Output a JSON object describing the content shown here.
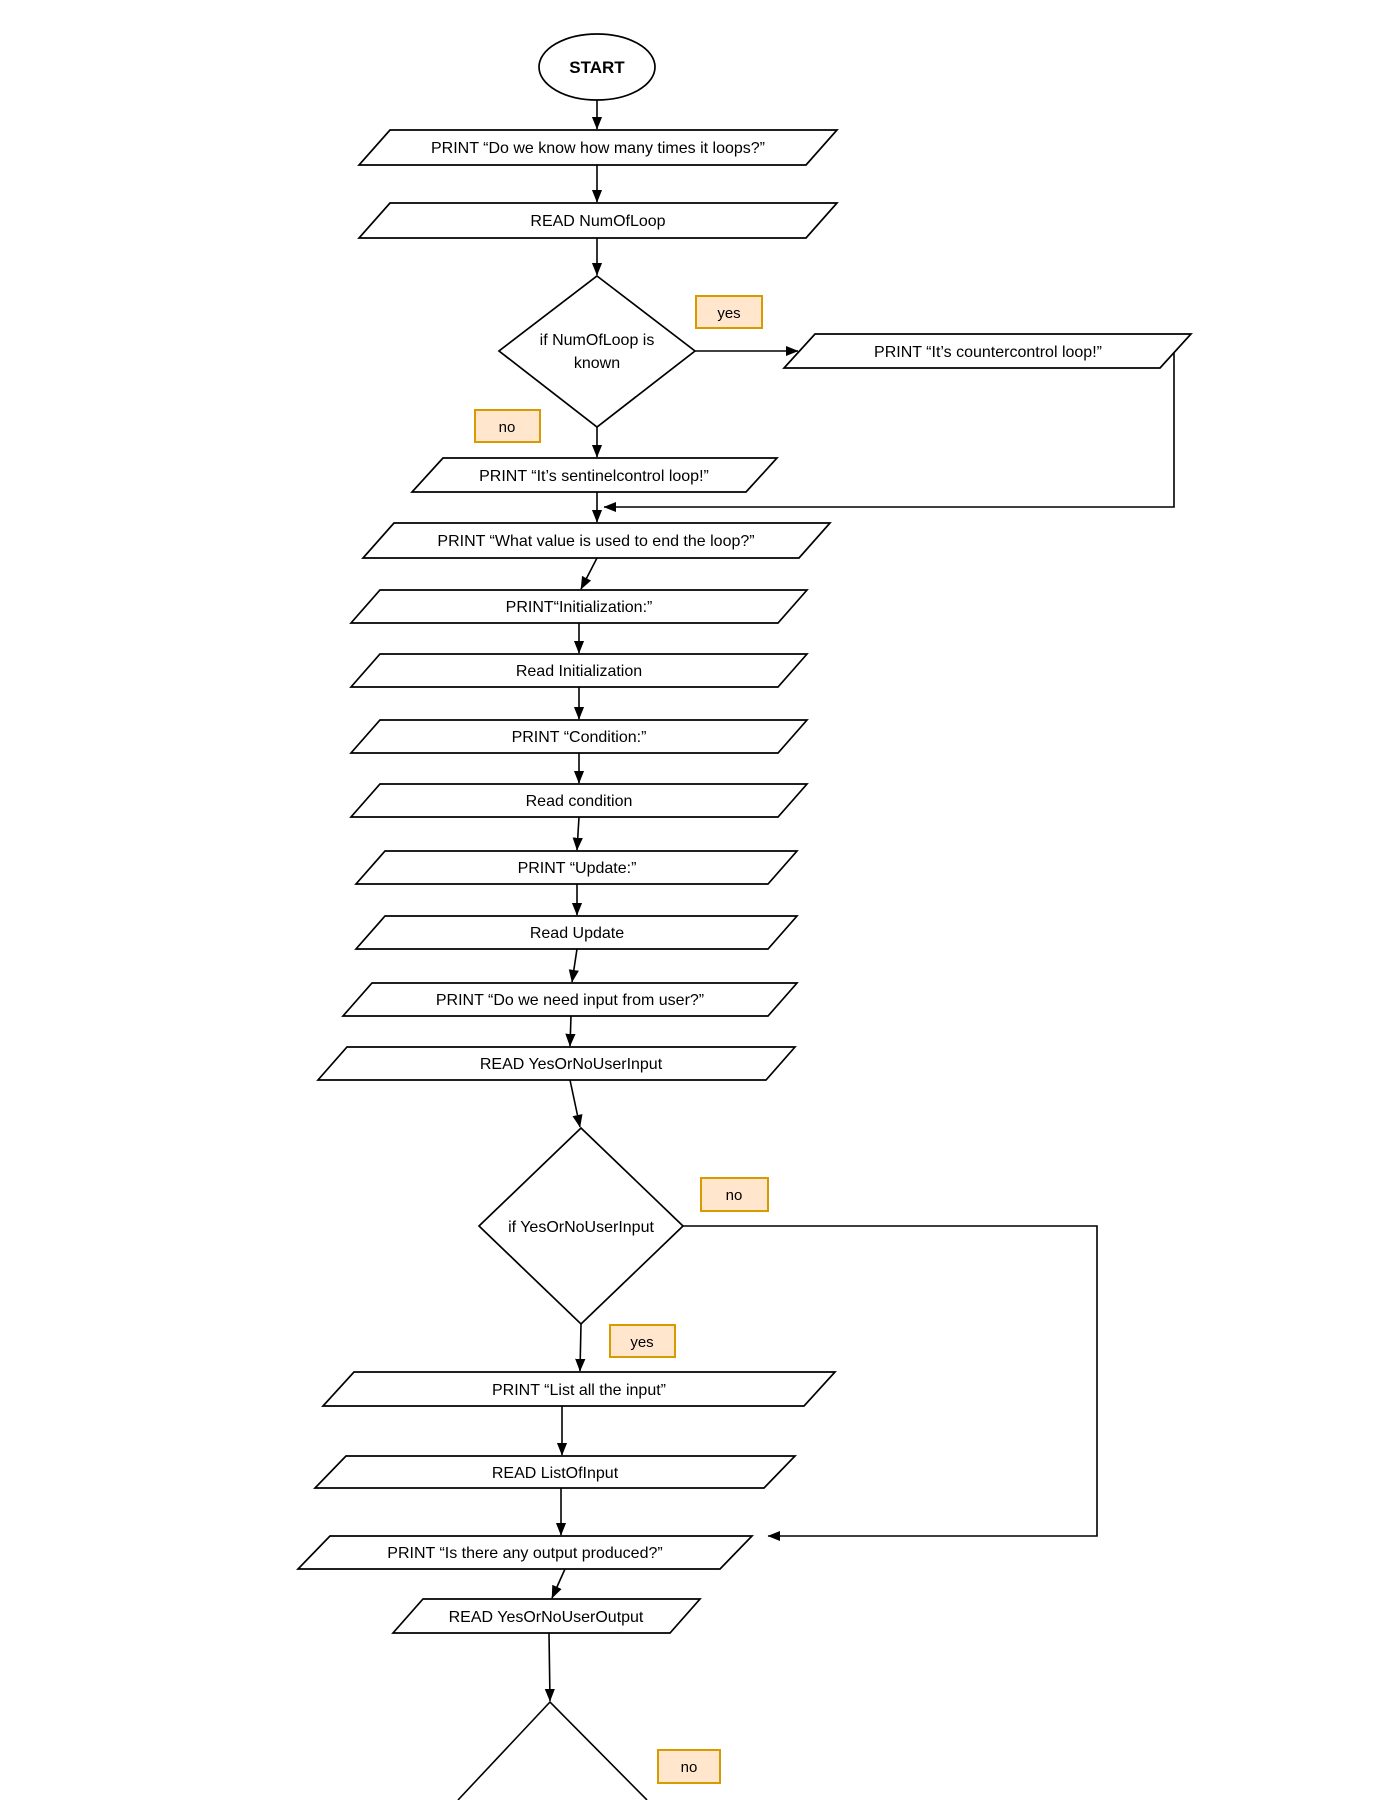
{
  "diagram": {
    "title": "loop analysis flowchart",
    "colors": {
      "background": "#ffffff",
      "shape_fill": "#ffffff",
      "shape_stroke": "#000000",
      "branch_fill": "#ffe6cc",
      "branch_stroke": "#d79b00"
    },
    "nodes": {
      "start": {
        "label": "START"
      },
      "print_know_times": {
        "label": "PRINT “Do we know how many times it loops?”"
      },
      "read_numofloop": {
        "label": "READ NumOfLoop"
      },
      "if_numofloop": {
        "line1": "if NumOfLoop is",
        "line2": "known"
      },
      "print_countercontrol": {
        "label": "PRINT “It’s countercontrol loop!”"
      },
      "print_sentinelcontrol": {
        "label": "PRINT “It’s sentinelcontrol loop!”"
      },
      "print_what_value": {
        "label": "PRINT “What value is used to end the loop?”"
      },
      "print_initialization": {
        "label": "PRINT“Initialization:”"
      },
      "read_initialization": {
        "label": "Read Initialization"
      },
      "print_condition": {
        "label": "PRINT “Condition:”"
      },
      "read_condition": {
        "label": "Read condition"
      },
      "print_update": {
        "label": "PRINT “Update:”"
      },
      "read_update": {
        "label": "Read Update"
      },
      "print_need_input": {
        "label": "PRINT “Do we need input from user?”"
      },
      "read_yesorno_input": {
        "label": "READ YesOrNoUserInput"
      },
      "if_yesorno_input": {
        "label": "if YesOrNoUserInput"
      },
      "print_list_input": {
        "label": "PRINT “List all the input”"
      },
      "read_listofinput": {
        "label": "READ ListOfInput"
      },
      "print_output_produced": {
        "label": "PRINT “Is there any output produced?”"
      },
      "read_yesorno_output": {
        "label": "READ YesOrNoUserOutput"
      }
    },
    "branch_labels": {
      "yes_numofloop": "yes",
      "no_numofloop": "no",
      "no_userinput": "no",
      "yes_userinput": "yes",
      "no_output": "no"
    }
  }
}
